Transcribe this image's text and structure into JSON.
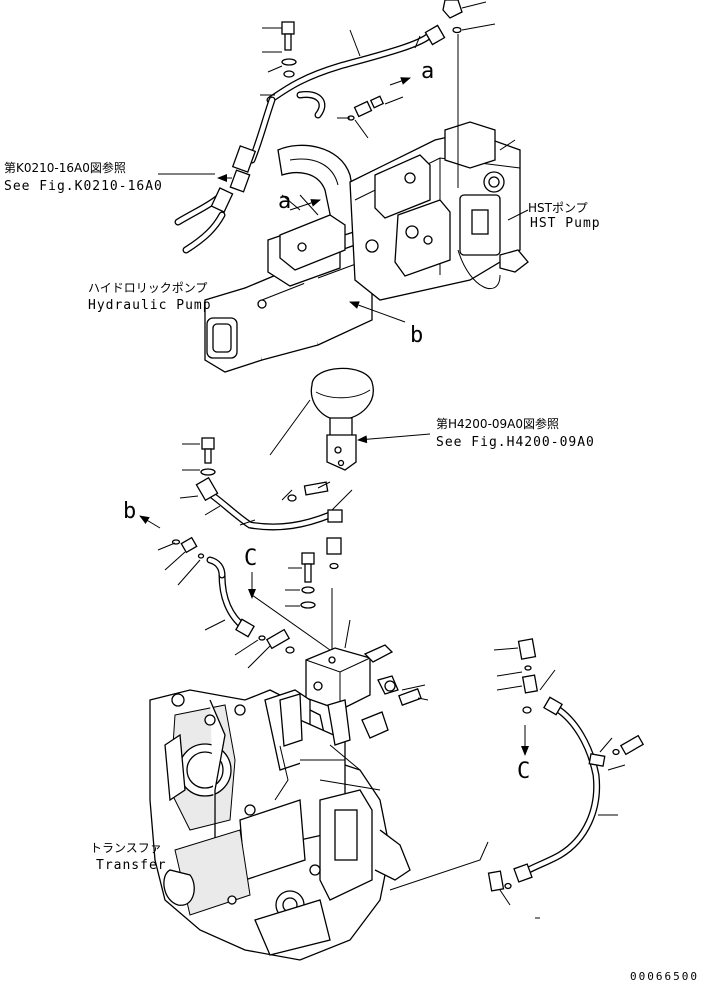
{
  "labels": {
    "ref_k0210_jp": "第K0210-16A0図参照",
    "ref_k0210_en": "See Fig.K0210-16A0",
    "ref_h4200_jp": "第H4200-09A0図参照",
    "ref_h4200_en": "See Fig.H4200-09A0",
    "hst_pump_jp": "HSTポンプ",
    "hst_pump_en": "HST Pump",
    "hydraulic_pump_jp": "ハイドロリックポンプ",
    "hydraulic_pump_en": "Hydraulic Pump",
    "transfer_jp": "トランスファ",
    "transfer_en": "Transfer",
    "marker_a": "a",
    "marker_b": "b",
    "marker_c": "C",
    "drawing_number": "00066500"
  },
  "icons": [
    "arrow-icon"
  ]
}
